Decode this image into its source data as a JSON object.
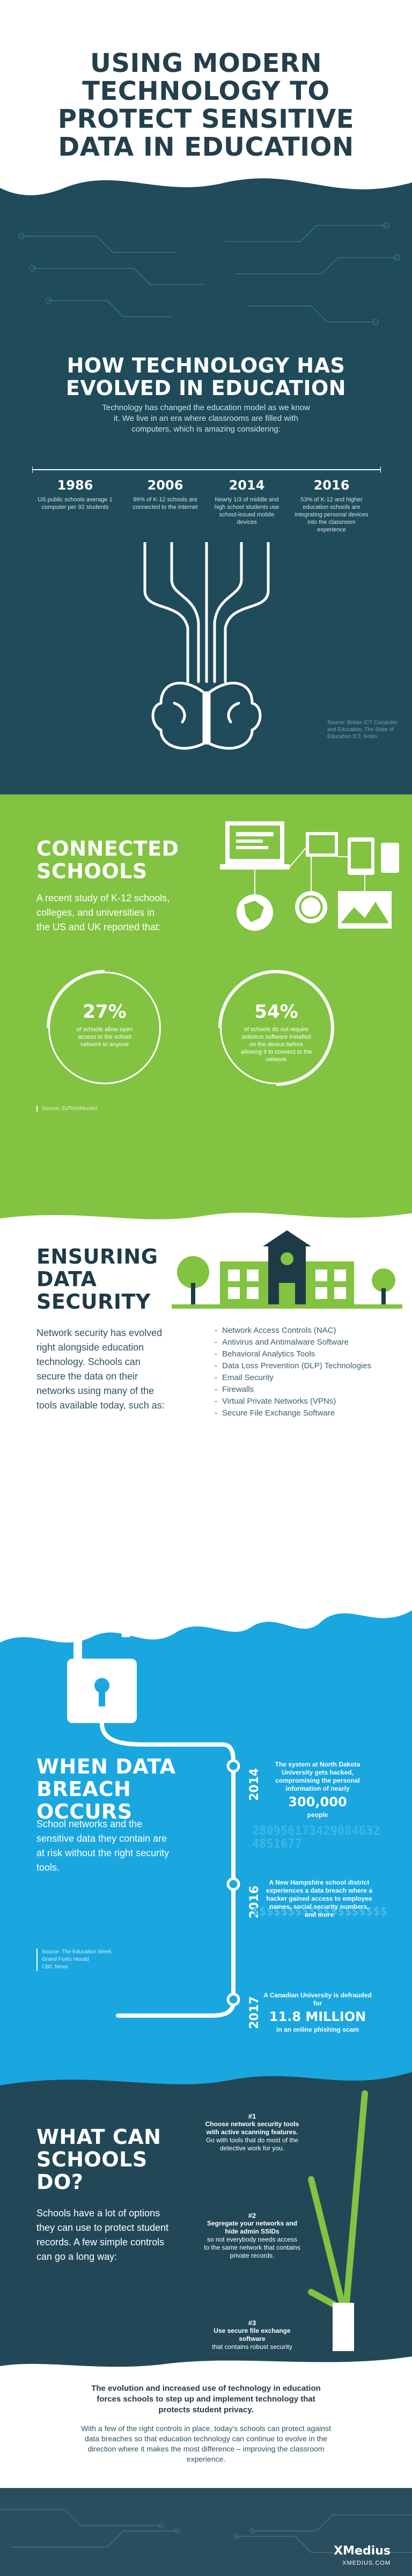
{
  "header": {
    "title_lines": [
      "USING MODERN",
      "TECHNOLOGY TO",
      "PROTECT SENSITIVE",
      "DATA IN EDUCATION"
    ]
  },
  "evolution": {
    "title_lines": [
      "HOW TECHNOLOGY HAS",
      "EVOLVED IN EDUCATION"
    ],
    "intro": "Technology has changed the education model as we know it. We live in an era where classrooms are filled with computers, which is amazing considering:",
    "years": [
      {
        "year": "1986",
        "text": "US public schools average 1 computer per 92 students"
      },
      {
        "year": "2006",
        "text": "99% of K-12 schools are connected to the internet"
      },
      {
        "year": "2014",
        "text": "Nearly 1/3 of middle and high school students use school-issued mobile devices"
      },
      {
        "year": "2016",
        "text": "53% of K-12 and higher education schools are integrating personal devices into the classroom experience"
      }
    ],
    "source": "Source: Britain ICT Computer and Education, The State of Education ICT, Kobin"
  },
  "connected": {
    "title_lines": [
      "CONNECTED",
      "SCHOOLS"
    ],
    "intro": "A recent study of K-12 schools, colleges, and universities in the US and UK reported that:",
    "stats": [
      {
        "percent": "27%",
        "text": "of schools allow open access to the school network to anyone"
      },
      {
        "percent": "54%",
        "text": "of schools do not require antivirus software installed on the device before allowing it to connect to the network"
      }
    ],
    "source": "Source: EdTechMonitor"
  },
  "security": {
    "title_lines": [
      "ENSURING",
      "DATA",
      "SECURITY"
    ],
    "intro": "Network security has evolved right alongside education technology. Schools can secure the data on their networks using many of the tools available today, such as:",
    "tools": [
      "Network Access Controls (NAC)",
      "Antivirus and Antimalware Software",
      "Behavioral Analytics Tools",
      "Data Loss Prevention (DLP) Technologies",
      "Email Security",
      "Firewalls",
      "Virtual Private Networks (VPNs)",
      "Secure File Exchange Software"
    ]
  },
  "breach": {
    "title_lines": [
      "WHEN DATA",
      "BREACH",
      "OCCURS"
    ],
    "intro": "School networks and the sensitive data they contain are at risk without the right security tools.",
    "source_lines": [
      "Source: The Education Week",
      "Grand Forks Herald",
      "CBC News"
    ],
    "events": [
      {
        "year": "2014",
        "text_a": "The system at North Dakota University gets hacked, compromising the personal information of nearly",
        "big": "300,000",
        "text_b": "people"
      },
      {
        "year": "2016",
        "text_a": "A New Hampshire school district experiences a data breach where a hacker gained access to employee names, social security numbers, and more",
        "big": "",
        "text_b": ""
      },
      {
        "year": "2017",
        "text_a": "A Canadian University is defrauded for",
        "big": "11.8 MILLION",
        "text_b": "in an online phishing scam"
      }
    ],
    "bg_digits": "2809561734290846324851677",
    "bg_dollars": "$$$$$$$$$$$$$$$$$$$$$$$$$$$$$$$$$$$$$$$$$$$$$$$$$$$$$$$$$$$$$$$$$$$$$"
  },
  "what": {
    "title_lines": [
      "WHAT CAN",
      "SCHOOLS",
      "DO?"
    ],
    "intro": "Schools have a lot of options they can use to protect student records. A few simple controls can go a long way:",
    "steps": [
      {
        "num": "#1",
        "head": "Choose network security tools with active scanning features.",
        "text": "Go with tools that do most of the detective work for you."
      },
      {
        "num": "#2",
        "head": "Segregate your networks and hide admin SSIDs",
        "text": "so not everybody needs access to the same network that contains private records."
      },
      {
        "num": "#3",
        "head": "Use secure file exchange software",
        "text": "that contains robust security features when sending and receiving files."
      }
    ]
  },
  "conclusion": {
    "lead": "The evolution and increased use of technology in education forces schools to step up and implement technology that protects student privacy.",
    "body": "With a few of the right controls in place, today's schools can protect against data breaches so that education technology can continue to evolve in the direction where it makes the most difference – improving the classroom experience."
  },
  "footer": {
    "brand": "XMedius",
    "url": "XMEDIUS.COM"
  },
  "colors": {
    "teal_dark": "#1f4b5a",
    "green": "#82c341",
    "blue": "#1aa7e0",
    "navy": "#224857",
    "footer": "#2b4e5e"
  }
}
